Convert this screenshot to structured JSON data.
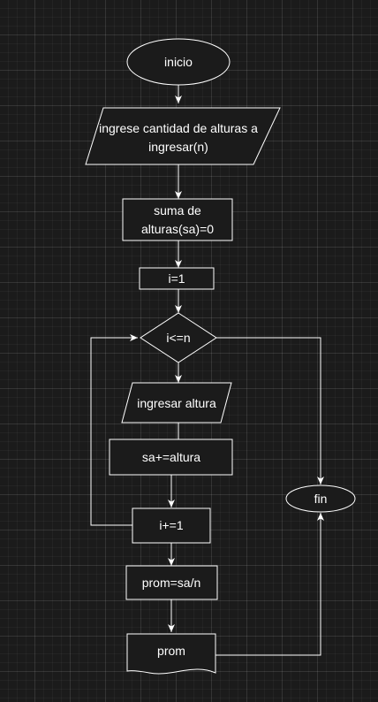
{
  "nodes": {
    "inicio": "inicio",
    "input_n_line1": "ingrese cantidad de alturas a",
    "input_n_line2": "ingresar(n)",
    "suma_line1": "suma de",
    "suma_line2": "alturas(sa)=0",
    "init_i": "i=1",
    "condition": "i<=n",
    "input_altura": "ingresar altura",
    "acumular": "sa+=altura",
    "incremento": "i+=1",
    "promedio": "prom=sa/n",
    "salida": "prom",
    "fin": "fin"
  },
  "colors": {
    "background": "#1b1b1b",
    "stroke": "#ffffff",
    "text": "#ffffff"
  }
}
